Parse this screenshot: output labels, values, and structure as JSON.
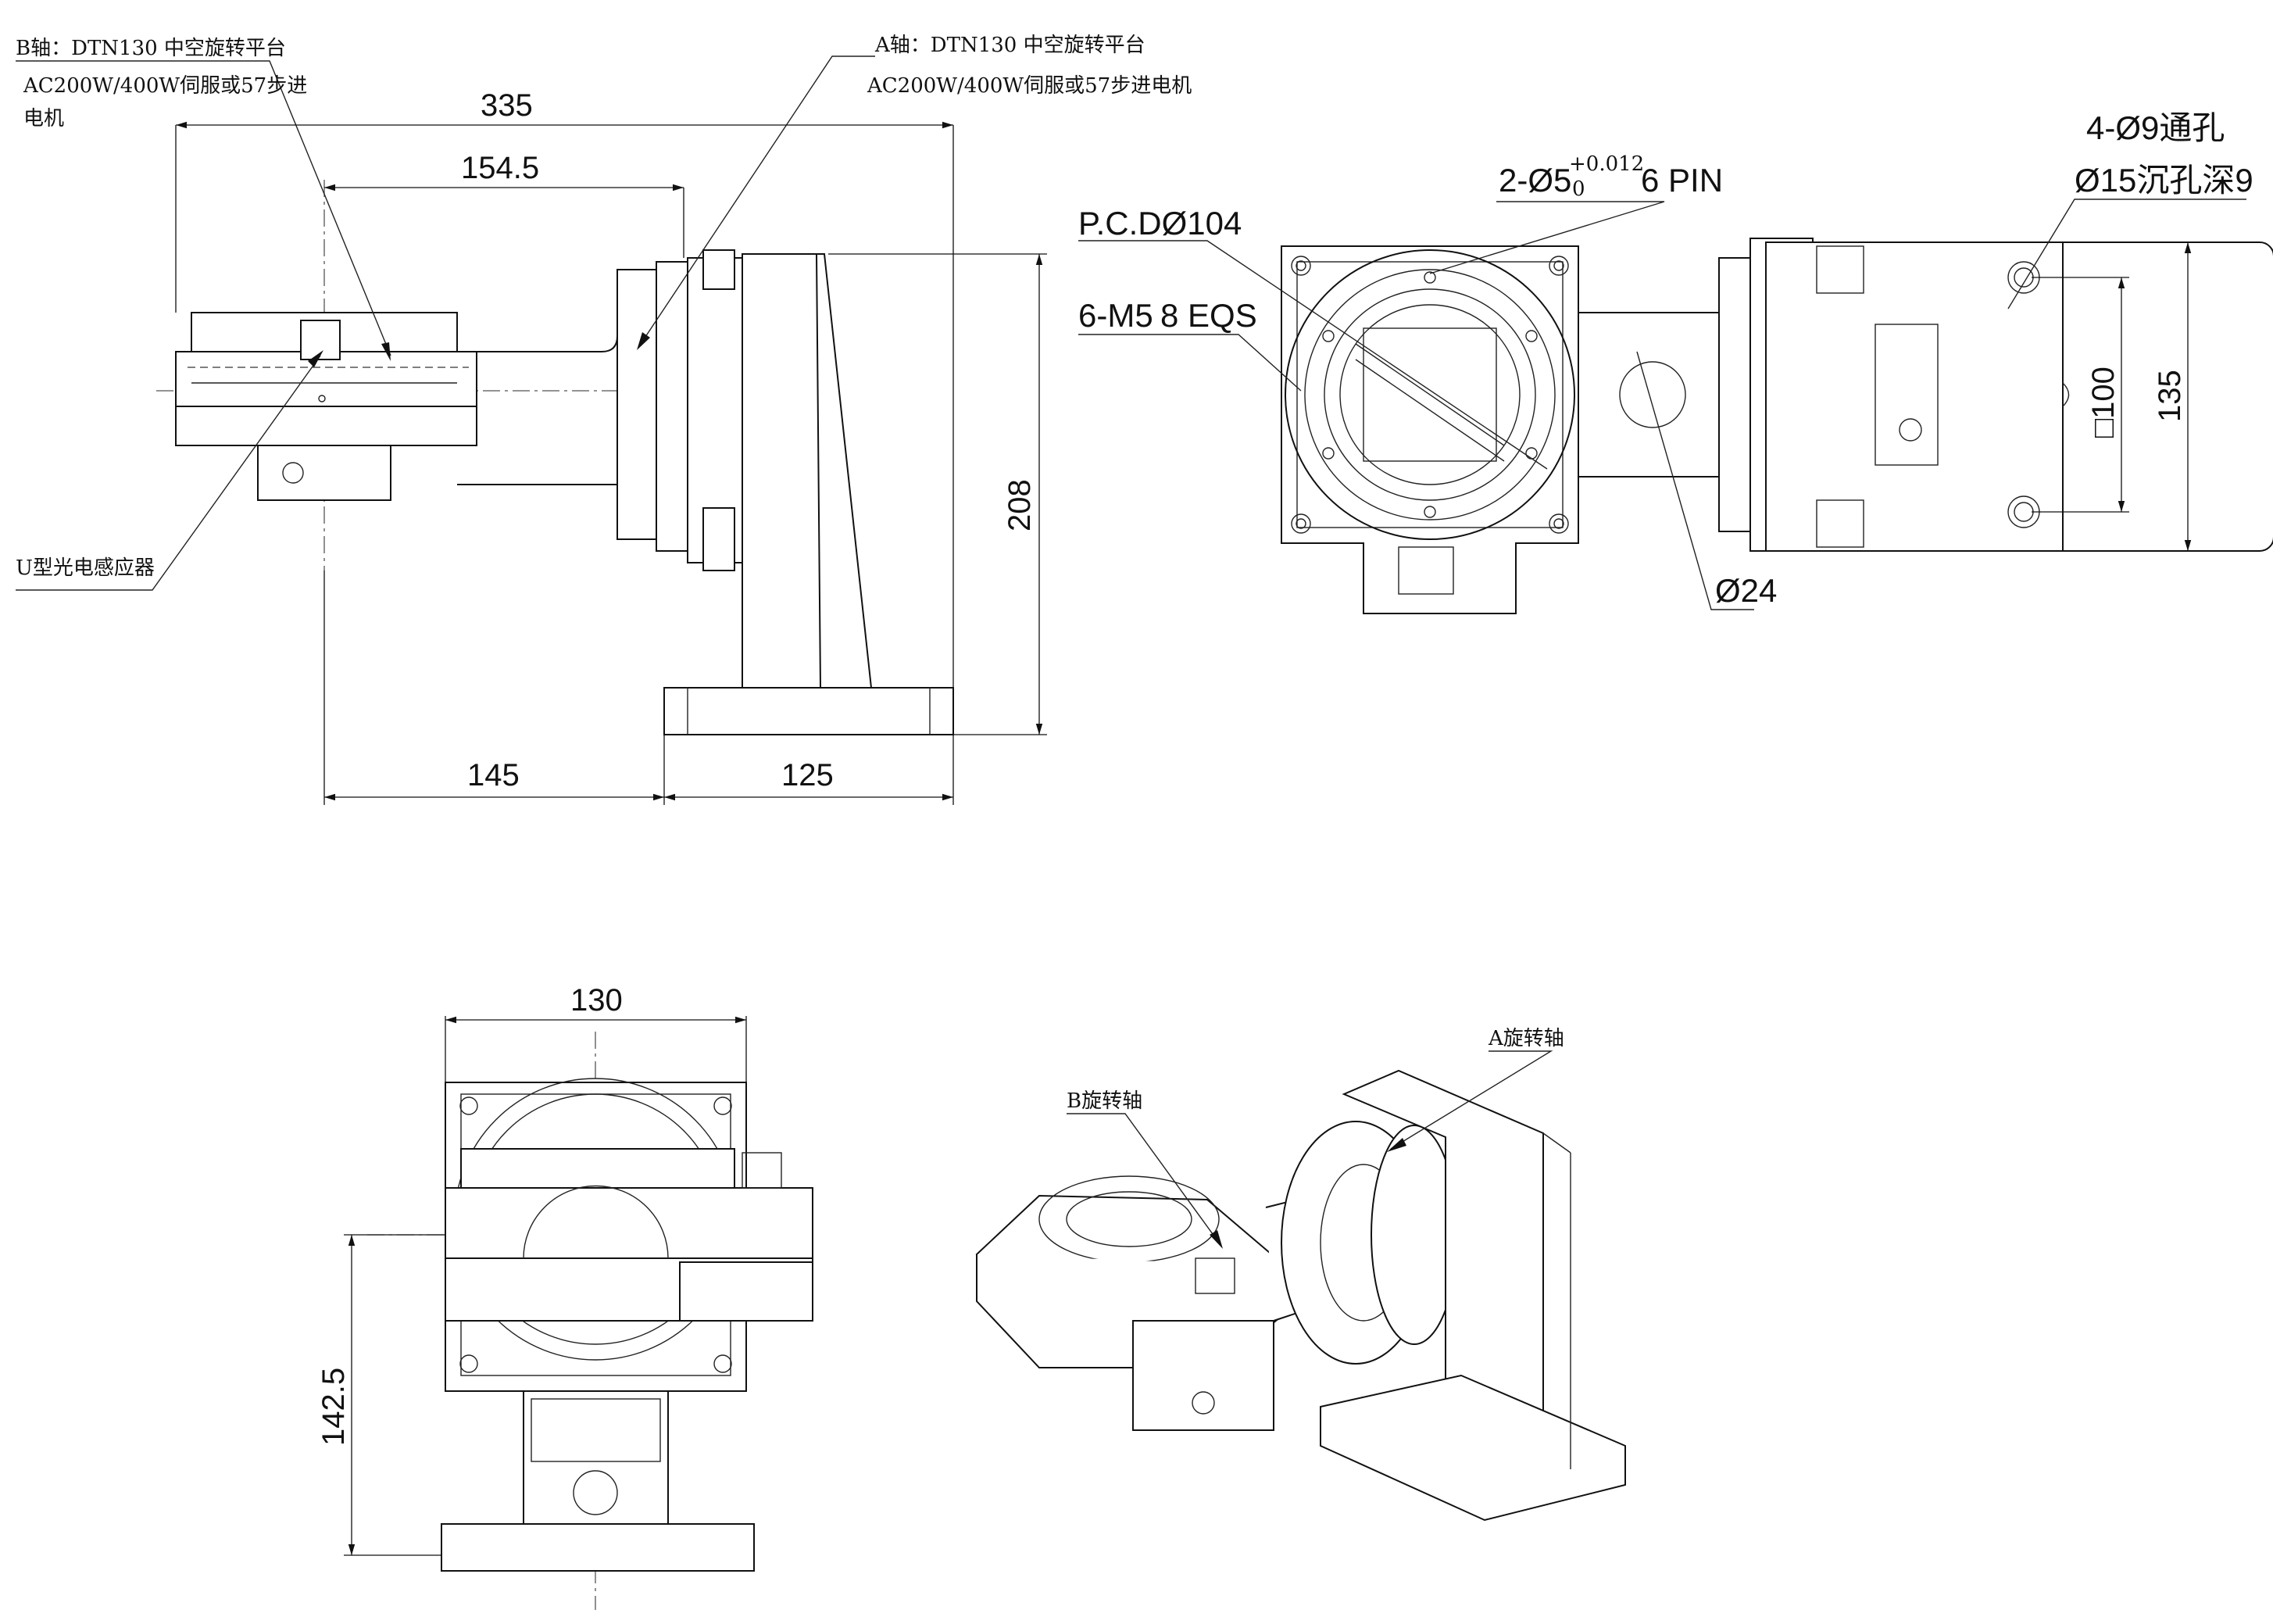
{
  "labels": {
    "b_axis_line1": "B轴：DTN130 中空旋转平台",
    "b_axis_line2": "AC200W/400W伺服或57步进",
    "b_axis_line3": "电机",
    "a_axis_line1": "A轴：DTN130 中空旋转平台",
    "a_axis_line2": "AC200W/400W伺服或57步进电机",
    "u_sensor": "U型光电感应器",
    "pcd": "P.C.DØ104",
    "m5": "6-M5",
    "m5_depth": "8 EQS",
    "pin_main": "2-Ø5",
    "pin_tol_upper": "+0.012",
    "pin_tol_lower": "0",
    "pin_depth": "6 PIN",
    "holes_line1": "4-Ø9通孔",
    "holes_line2": "Ø15沉孔深9",
    "shaft_dia": "Ø24",
    "a_rotary": "A旋转轴",
    "b_rotary": "B旋转轴"
  },
  "dimensions": {
    "d335": "335",
    "d154_5": "154.5",
    "d208": "208",
    "d145": "145",
    "d125": "125",
    "d100": "□100",
    "d135": "135",
    "d130": "130",
    "d142_5": "142.5"
  }
}
